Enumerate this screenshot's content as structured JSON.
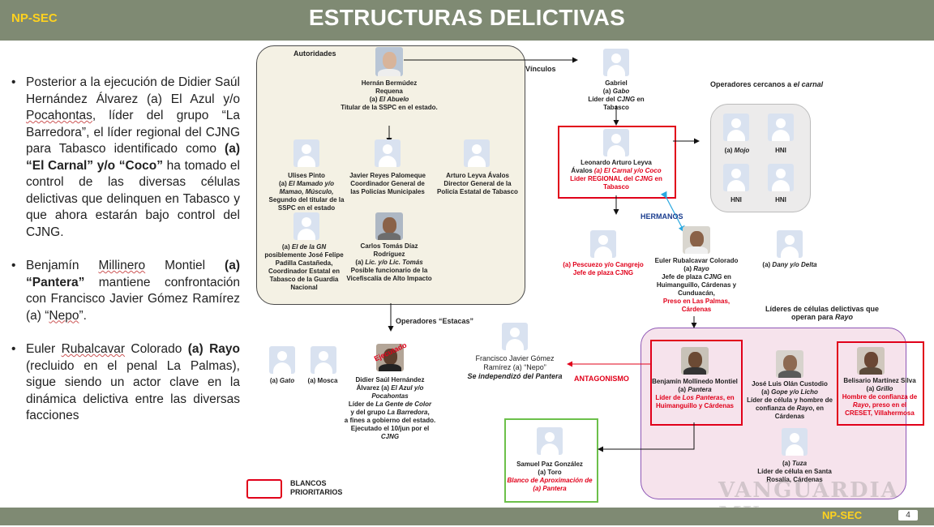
{
  "header": {
    "left_label": "NP-SEC",
    "title": "ESTRUCTURAS DELICTIVAS"
  },
  "footer": {
    "label": "NP-SEC",
    "page": "4"
  },
  "bullets": [
    {
      "parts": [
        "Posterior a la ejecución de Didier Saúl Hernández Álvarez (a) El Azul y/o ",
        "Pocahontas",
        ", líder del grupo “La Barredora”, el líder regional del CJNG para Tabasco identificado como ",
        "(a) “El Carnal” y/o “Coco”",
        " ha tomado el control de las diversas células delictivas que delinquen en Tabasco y que ahora estarán bajo control del CJNG."
      ]
    },
    {
      "parts": [
        "Benjamín ",
        "Millinero",
        " Montiel ",
        "(a) “Pantera”",
        " mantiene confrontación con Francisco Javier Gómez Ramírez (a) “",
        "Nepo",
        "”."
      ]
    },
    {
      "parts": [
        "Euler ",
        "Rubalcavar",
        " Colorado ",
        "(a) Rayo",
        " (recluido en el penal La Palmas), sigue siendo un actor clave en la dinámica delictiva entre las diversas facciones"
      ]
    }
  ],
  "labels": {
    "autoridades": "Autoridades",
    "vinculos": "Vínculos",
    "operadores_cercanos_a": "Operadores cercanos a ",
    "operadores_cercanos_b": "el carnal",
    "hermanos": "HERMANOS",
    "operadores_estacas_a": "Operadores ",
    "operadores_estacas_b": "“Estacas”",
    "lideres_celulas_a": "Líderes de células delictivas que operan para ",
    "lideres_celulas_b": "Rayo",
    "antagonismo": "ANTAGONISMO",
    "blancos": "BLANCOS PRIORITARIOS",
    "ejecutado_stamp": "Ejecutado"
  },
  "people": {
    "hernan": {
      "l1": "Hernán Bermúdez",
      "l2": "Requena",
      "l3a": "(a) ",
      "l3b": "El Abuelo",
      "l4": "Titular de la SSPC en el estado."
    },
    "ulises": {
      "l1": "Ulises Pinto",
      "l2a": "(a) ",
      "l2b": "El Mamado y/o Mamao, Músculo,",
      "l3": "Segundo del titular de la SSPC en el estado"
    },
    "javier": {
      "l1": "Javier Reyes Palomeque",
      "l2": "Coordinador General de las Policías Municipales"
    },
    "arturo": {
      "l1": "Arturo Leyva Ávalos",
      "l2": "Director General de la Policía Estatal de Tabasco"
    },
    "gn": {
      "l1a": "(a) ",
      "l1b": "El de la GN",
      "l2": "posiblemente José Felipe Padilla Castañeda, Coordinador Estatal en Tabasco de la Guardia Nacional"
    },
    "carlos": {
      "l1": "Carlos Tomás Díaz Rodríguez",
      "l2a": "(a) ",
      "l2b": "Lic. y/o Lic. Tomás",
      "l3": "Posible funcionario de la Vicefiscalía de Alto Impacto"
    },
    "gabriel": {
      "l1": "Gabriel",
      "l2a": "(a) ",
      "l2b": "Gabo",
      "l3a": "Líder del ",
      "l3b": "CJNG",
      "l3c": " en Tabasco"
    },
    "leonardo": {
      "l1": "Leonardo Arturo Leyva",
      "l2a": "Ávalos ",
      "l2b": "(a) El Carnal y/o Coco",
      "l3a": "Líder REGIONAL del ",
      "l3b": "CJNG",
      "l3c": " en Tabasco"
    },
    "mojo": {
      "la": "(a) ",
      "lb": "Mojo"
    },
    "hni1": "HNI",
    "hni2": "HNI",
    "hni3": "HNI",
    "pescuezo": {
      "l1": "(a) Pescuezo y/o Cangrejo",
      "l2": "Jefe de plaza CJNG"
    },
    "euler": {
      "l1": "Euler Rubalcavar Colorado",
      "l2a": "(a) ",
      "l2b": "Rayo",
      "l3a": "Jefe de plaza ",
      "l3b": "CJNG",
      "l3c": " en Huimanguillo, Cárdenas y Cunduacán,",
      "l4": "Preso en Las Palmas, Cárdenas"
    },
    "dany": {
      "la": "(a) ",
      "lb": "Dany y/o Delta"
    },
    "gato": {
      "la": "(a) ",
      "lb": "Gato"
    },
    "mosca": "(a) Mosca",
    "didier": {
      "l1": "Didier Saúl Hernández",
      "l2a": "Álvarez (a) ",
      "l2b": "El Azul y/o Pocahontas",
      "l3a": "Líder de ",
      "l3b": "La Gente de Color",
      "l4a": "y del grupo ",
      "l4b": "La Barredora",
      "l4c": ",",
      "l5": "a fines a gobierno del estado.",
      "l6": "Ejecutado el 10/jun por el",
      "l7": "CJNG"
    },
    "nepo": {
      "l1": "Francisco Javier Gómez Ramírez (a) “Nepo”",
      "l2": "Se independizó del Pantera"
    },
    "benjamin": {
      "l1": "Benjamín Mollinedo Montiel",
      "l2a": "(a) ",
      "l2b": "Pantera",
      "l3a": "Líder de ",
      "l3b": "Los Panteras",
      "l3c": ", en Huimanguillo y Cárdenas"
    },
    "jose": {
      "l1": "José Luis Olán Custodio",
      "l2a": "(a) ",
      "l2b": "Gope y/o Licho",
      "l3a": "Líder de célula y hombre de confianza de ",
      "l3b": "Rayo",
      "l3c": ", en Cárdenas"
    },
    "belisario": {
      "l1": "Belisario Martínez Silva (a) ",
      "l1b": "Grillo",
      "l2a": "Hombre de confianza de ",
      "l2b": "Rayo",
      "l2c": ", preso en el CRESET, Villahermosa"
    },
    "samuel": {
      "l1": "Samuel Paz González",
      "l2": "(a) Toro",
      "l3": "Blanco de Aproximación de (a) Pantera"
    },
    "tuza": {
      "l1a": "(a) ",
      "l1b": "Tuza",
      "l2": "Líder de célula en Santa Rosalía, Cárdenas"
    }
  },
  "watermark": "VANGUARDIA MX",
  "colors": {
    "header_bg": "#7f8a73",
    "header_left": "#ffd21f",
    "priority_red": "#e1001a",
    "approx_green": "#6cc04a",
    "rayo_box": "#f6e3ec"
  }
}
